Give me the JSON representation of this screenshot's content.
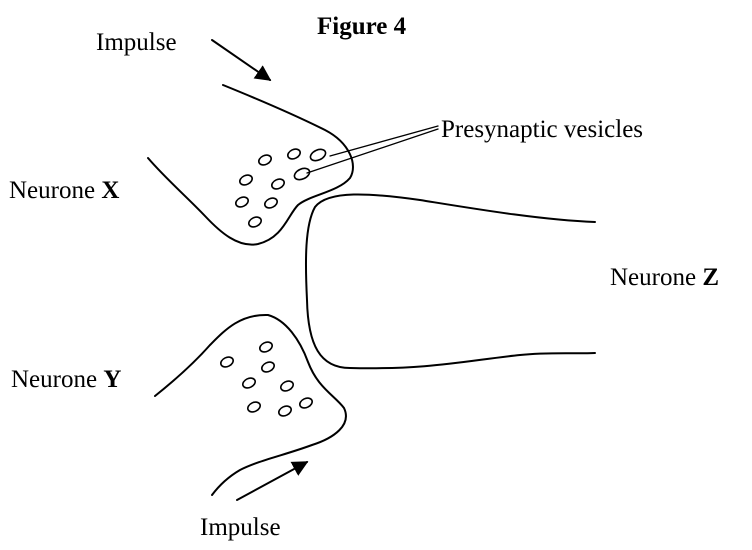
{
  "figure": {
    "title": "Figure 4"
  },
  "labels": {
    "impulse_top": "Impulse",
    "impulse_bottom": "Impulse",
    "vesicles": "Presynaptic vesicles",
    "neurone_x": {
      "prefix": "Neurone ",
      "letter": "X"
    },
    "neurone_y": {
      "prefix": "Neurone ",
      "letter": "Y"
    },
    "neurone_z": {
      "prefix": "Neurone ",
      "letter": "Z"
    }
  }
}
